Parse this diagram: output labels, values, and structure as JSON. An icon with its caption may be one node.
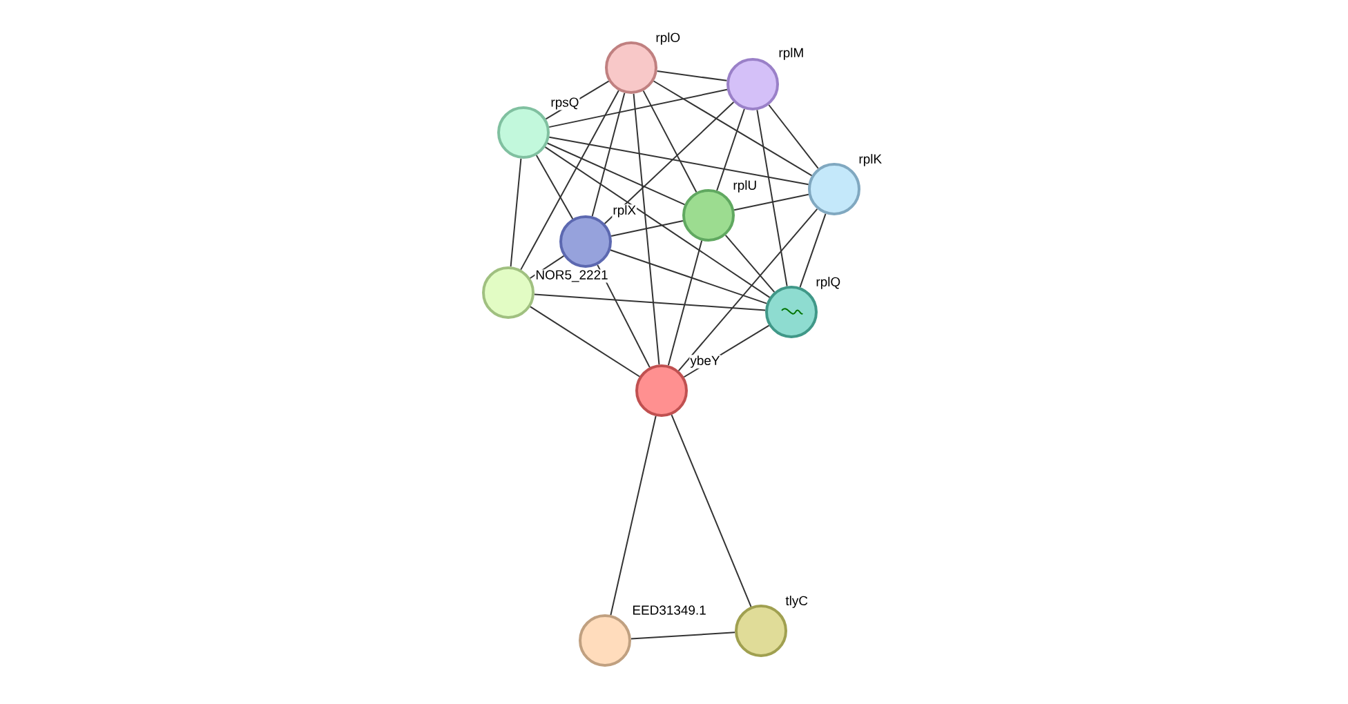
{
  "diagram": {
    "nodes": [
      {
        "text": [],
        "shape": "circle",
        "beside": [
          "rplO"
        ]
      },
      {
        "text": [],
        "shape": "circle",
        "beside": [
          "rplM"
        ]
      },
      {
        "text": [],
        "shape": "circle",
        "beside": [
          "rpsQ"
        ]
      },
      {
        "text": [],
        "shape": "circle",
        "beside": [
          "rplK"
        ]
      },
      {
        "text": [],
        "shape": "circle",
        "beside": [
          "rplU"
        ]
      },
      {
        "text": [],
        "shape": "circle",
        "beside": [
          "rplX"
        ]
      },
      {
        "text": [],
        "shape": "circle"
      },
      {
        "text": [],
        "shape": "circle",
        "beside": [
          "rplQ"
        ]
      },
      {
        "text": [],
        "shape": "circle",
        "beside": [
          "ybeY"
        ]
      },
      {
        "text": [],
        "shape": "circle"
      },
      {
        "text": [],
        "shape": "circle",
        "beside": [
          "tlyC"
        ]
      }
    ],
    "edges": [
      {
        "from": 0,
        "to": 1,
        "arrow": "none"
      },
      {
        "from": 0,
        "to": 2,
        "arrow": "none"
      },
      {
        "from": 0,
        "to": 3,
        "arrow": "none"
      },
      {
        "from": 0,
        "to": 4,
        "arrow": "none"
      },
      {
        "from": 0,
        "to": 5,
        "arrow": "none"
      },
      {
        "from": 0,
        "to": 6,
        "arrow": "none"
      },
      {
        "from": 0,
        "to": 8,
        "arrow": "none"
      },
      {
        "from": 1,
        "to": 2,
        "arrow": "none"
      },
      {
        "from": 1,
        "to": 3,
        "arrow": "none"
      },
      {
        "from": 1,
        "to": 4,
        "arrow": "none"
      },
      {
        "from": 1,
        "to": 5,
        "arrow": "none"
      },
      {
        "from": 1,
        "to": 7,
        "arrow": "none"
      },
      {
        "from": 2,
        "to": 3,
        "arrow": "none"
      },
      {
        "from": 2,
        "to": 4,
        "arrow": "none"
      },
      {
        "from": 2,
        "to": 5,
        "arrow": "none"
      },
      {
        "from": 2,
        "to": 6,
        "arrow": "none"
      },
      {
        "from": 2,
        "to": 7,
        "arrow": "none"
      },
      {
        "from": 3,
        "to": 4,
        "arrow": "none"
      },
      {
        "from": 3,
        "to": 7,
        "arrow": "none"
      },
      {
        "from": 3,
        "to": 8,
        "arrow": "none"
      },
      {
        "from": 4,
        "to": 5,
        "arrow": "none"
      },
      {
        "from": 4,
        "to": 7,
        "arrow": "none"
      },
      {
        "from": 4,
        "to": 8,
        "arrow": "none"
      },
      {
        "from": 5,
        "to": 6,
        "arrow": "none"
      },
      {
        "from": 5,
        "to": 7,
        "arrow": "none"
      },
      {
        "from": 5,
        "to": 8,
        "arrow": "none"
      },
      {
        "from": 6,
        "to": 7,
        "arrow": "none"
      },
      {
        "from": 6,
        "to": 8,
        "arrow": "none"
      },
      {
        "from": 7,
        "to": 8,
        "arrow": "none"
      },
      {
        "from": 8,
        "to": 9,
        "arrow": "none"
      },
      {
        "from": 8,
        "to": 10,
        "arrow": "none"
      },
      {
        "from": 9,
        "to": 10,
        "arrow": "none"
      }
    ],
    "labels": [
      "NOR5_2221",
      "EED31349.1"
    ]
  }
}
